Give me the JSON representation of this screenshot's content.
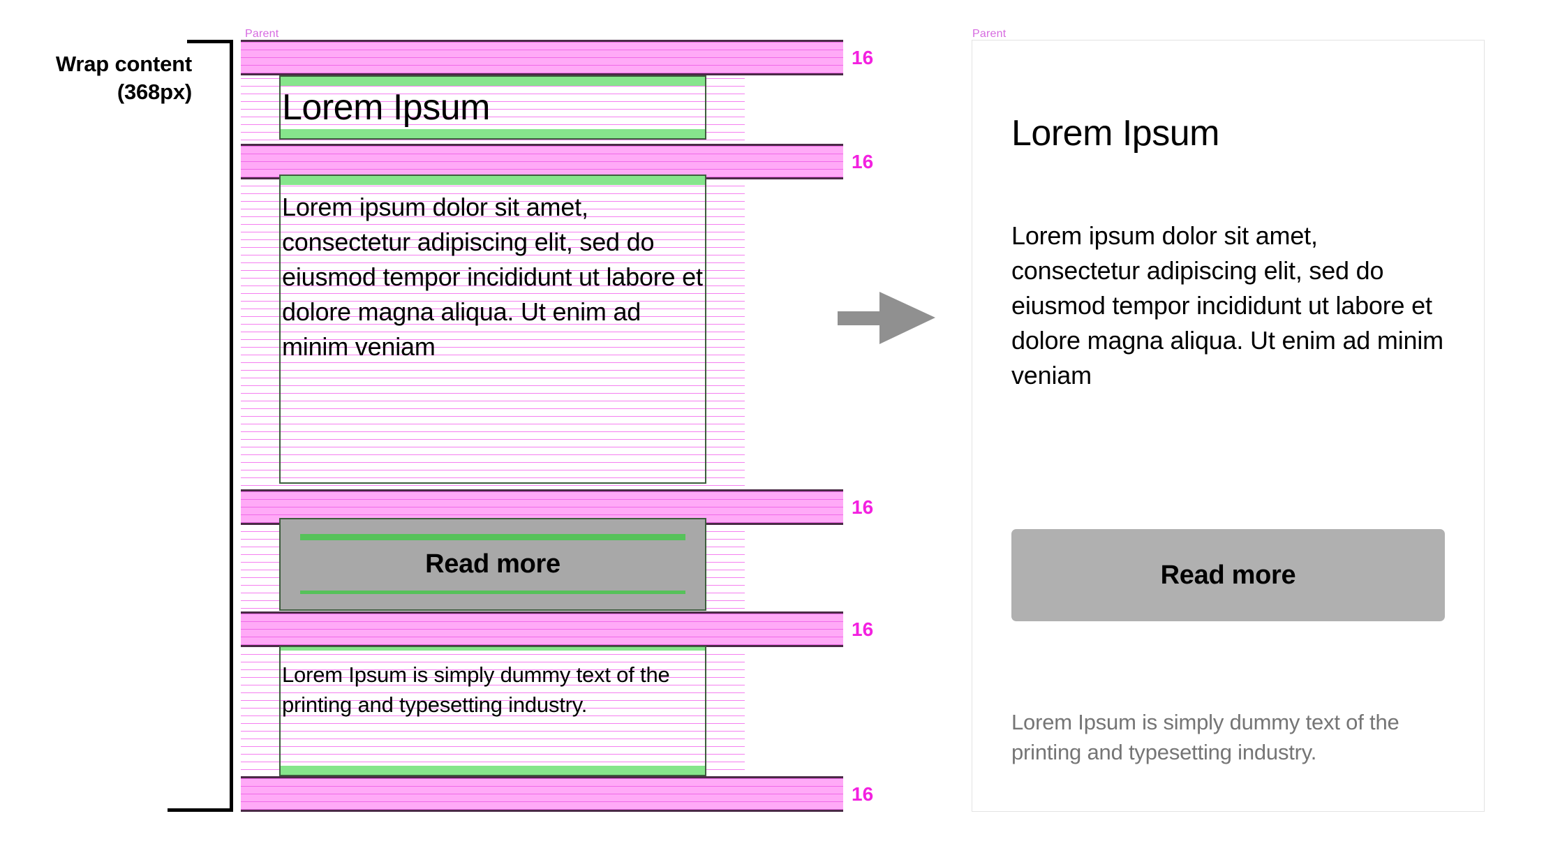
{
  "annotation": {
    "wrap_label_line1": "Wrap content",
    "wrap_label_line2": "(368px)",
    "parent_label_left": "Parent",
    "parent_label_right": "Parent"
  },
  "spacers": [
    {
      "value": "16"
    },
    {
      "value": "16"
    },
    {
      "value": "16"
    },
    {
      "value": "16"
    },
    {
      "value": "16"
    }
  ],
  "content": {
    "title": "Lorem Ipsum",
    "body": "Lorem ipsum dolor sit amet, consectetur adipiscing elit, sed do eiusmod tempor incididunt ut labore et dolore magna aliqua. Ut enim ad minim veniam",
    "button_label": "Read more",
    "caption": "Lorem Ipsum is simply dummy text of the printing and typesetting industry."
  },
  "colors": {
    "spacer_fill": "#ffaaf7",
    "spacer_border": "#4a2a46",
    "spacer_number": "#f321e0",
    "baseline_grid": "#f57ff0",
    "parent_tag": "#d66ae0",
    "content_box_border": "#3d5c3d",
    "guide_green": "#86e58c",
    "button_wire_fill": "#a8a8a8",
    "button_rendered_fill": "#b0b0b0",
    "arrow": "#909090",
    "caption_text": "#757575",
    "card_border": "#e3e3e3"
  },
  "icons": {
    "arrow": "arrow-right-icon"
  }
}
